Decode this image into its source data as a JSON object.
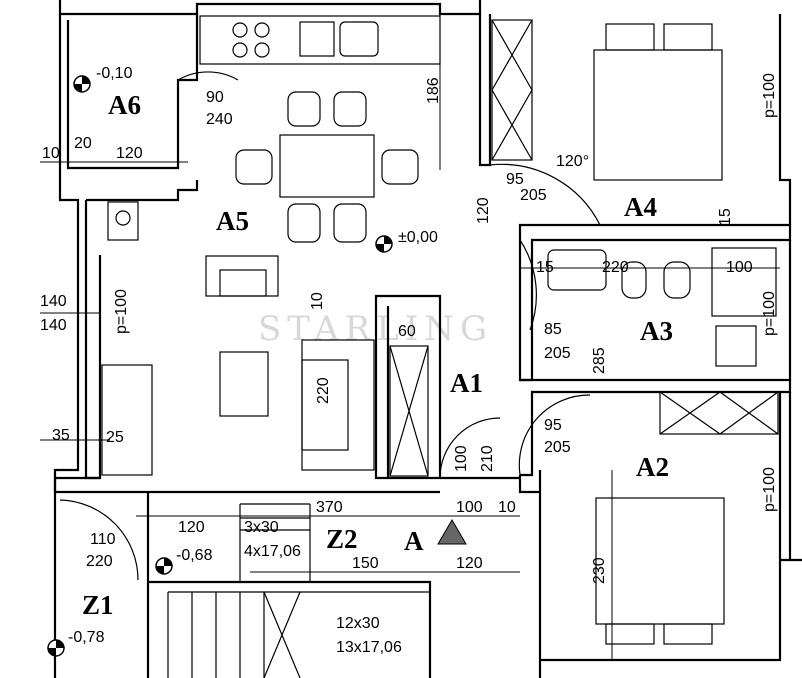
{
  "rooms": {
    "a6": "A6",
    "a5": "A5",
    "a4": "A4",
    "a3": "A3",
    "a1": "A1",
    "a2": "A2",
    "z2": "Z2",
    "z1": "Z1"
  },
  "section_marker": "A",
  "watermark": "STARLING",
  "levels": {
    "a6": "-0,10",
    "a5": "±0,00",
    "z2": "-0,68",
    "z1": "-0,78"
  },
  "dimensions": {
    "a6_door_w": "90",
    "a6_door_h": "240",
    "a6_wall_10": "10",
    "a6_wall_20": "20",
    "a6_width": "120",
    "kitchen_186": "186",
    "a4_door_w": "95",
    "a4_door_h": "205",
    "a4_door_120": "120",
    "a4_swing": "120°",
    "a4_wall_15": "15",
    "a3_15": "15",
    "a3_220": "220",
    "a3_100": "100",
    "a3_door_w": "85",
    "a3_door_h": "205",
    "a3_285": "285",
    "a5_win_w": "140",
    "a5_win_h": "140",
    "a5_p100": "p=100",
    "a4_p100": "p=100",
    "a3_p100": "p=100",
    "a2_p100": "p=100",
    "a1_wall_10": "10",
    "a1_60": "60",
    "sofa_220": "220",
    "a5_35": "35",
    "a5_25": "25",
    "a2_door_w": "95",
    "a2_door_h": "205",
    "a1_door_100": "100",
    "a1_door_210": "210",
    "z2_370": "370",
    "z2_100": "100",
    "z2_10": "10",
    "z1_110": "110",
    "z1_220": "220",
    "z2_120a": "120",
    "stair_steps_a": "3x30",
    "stair_rise_a": "4x17,06",
    "z2_150": "150",
    "z2_120b": "120",
    "a2_230": "230",
    "stair_steps_b": "12x30",
    "stair_rise_b": "13x17,06"
  }
}
